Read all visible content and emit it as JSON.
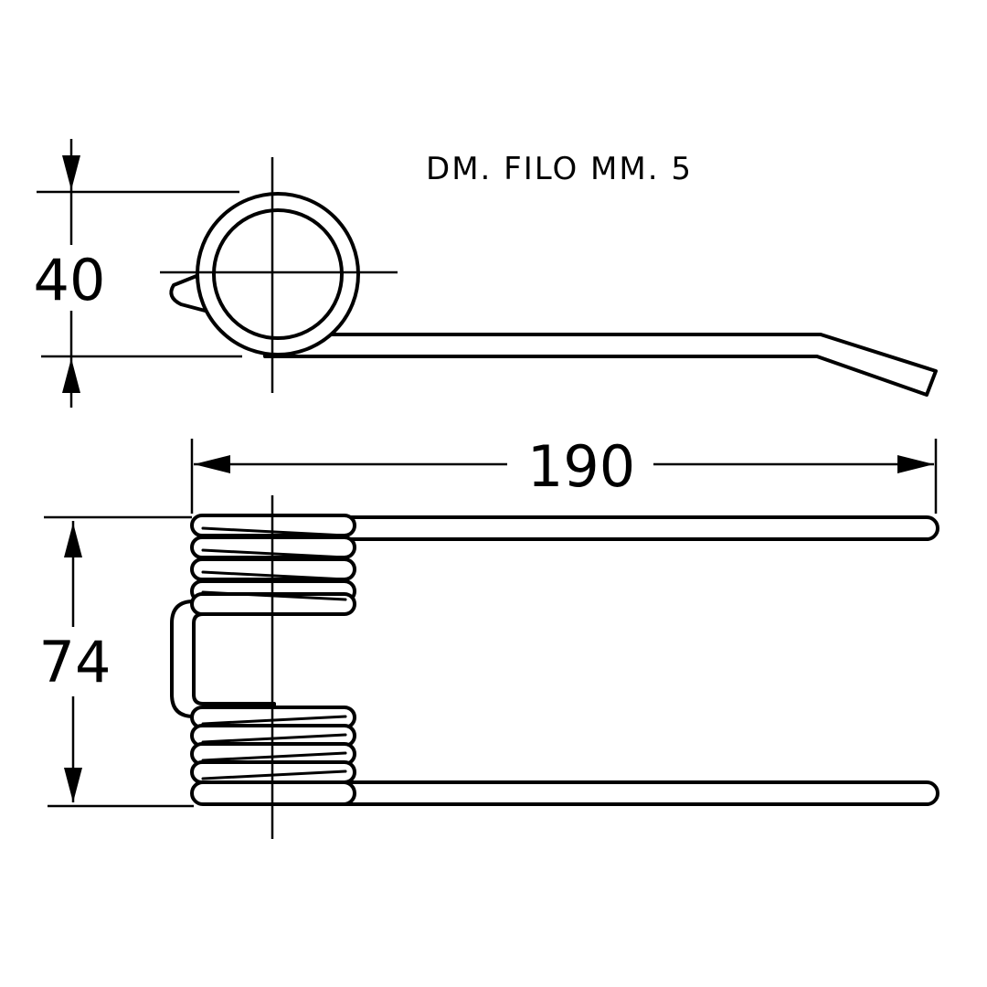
{
  "note": "DM. FILO MM. 5",
  "dimensions": {
    "coil_diameter": "40",
    "overall_length": "190",
    "overall_height": "74"
  },
  "colors": {
    "line": "#000000",
    "background": "#ffffff"
  }
}
